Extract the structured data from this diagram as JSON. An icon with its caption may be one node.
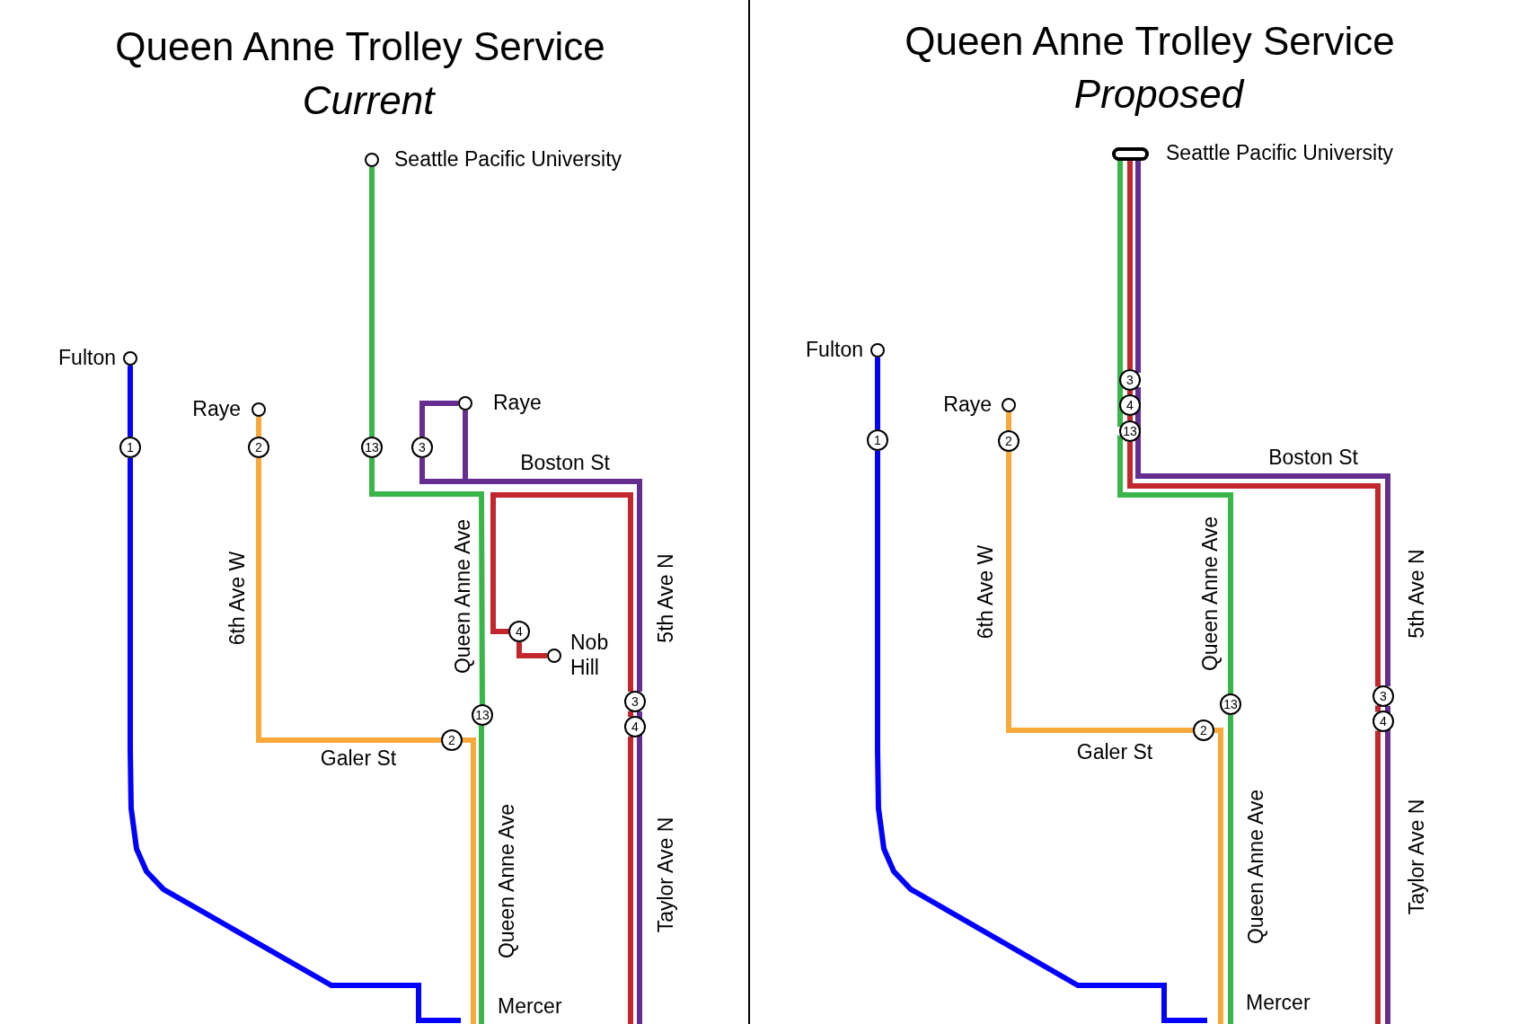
{
  "diagram": {
    "nodes": [
      {
        "text": [],
        "shape": "circle",
        "beside": [
          "Seattle Pacific University"
        ]
      },
      {
        "text": [],
        "shape": "circle",
        "beside": [
          "Fulton"
        ]
      },
      {
        "text": [],
        "shape": "circle",
        "beside": [
          "Raye"
        ]
      },
      {
        "text": [],
        "shape": "circle",
        "beside": [
          "Raye"
        ]
      },
      {
        "text": [
          "1"
        ]
      },
      {
        "text": [
          "2"
        ]
      },
      {
        "text": [
          "13"
        ]
      },
      {
        "text": [
          "3"
        ]
      },
      {
        "text": [
          "4"
        ]
      },
      {
        "text": [],
        "shape": "circle",
        "beside": [
          "Nob Hill"
        ]
      },
      {
        "text": [
          "3"
        ]
      },
      {
        "text": [
          "13"
        ]
      },
      {
        "text": [
          "4"
        ]
      },
      {
        "text": [
          "2"
        ]
      },
      {
        "text": [],
        "shape": "bar",
        "beside": [
          "Seattle Pacific University"
        ]
      },
      {
        "text": [],
        "shape": "circle",
        "beside": [
          "Fulton"
        ]
      },
      {
        "text": [
          "3"
        ]
      },
      {
        "text": [],
        "shape": "circle",
        "beside": [
          "Raye"
        ]
      },
      {
        "text": [
          "4"
        ]
      },
      {
        "text": [
          "1"
        ]
      },
      {
        "text": [
          "13"
        ]
      },
      {
        "text": [
          "2"
        ]
      },
      {
        "text": [
          "3"
        ]
      },
      {
        "text": [
          "13"
        ]
      },
      {
        "text": [
          "4"
        ]
      },
      {
        "text": [
          "2"
        ]
      }
    ],
    "edges": [
      {
        "from": 1,
        "to": 4,
        "arrow": "none",
        "color": "#0000ff"
      },
      {
        "from": 4,
        "to": null,
        "arrow": "none",
        "color": "#0000ff"
      },
      {
        "from": 3,
        "to": 5,
        "arrow": "none",
        "color": "#f9a93a"
      },
      {
        "from": 5,
        "to": 13,
        "arrow": "none",
        "color": "#f9a93a"
      },
      {
        "from": 13,
        "to": null,
        "arrow": "none",
        "color": "#f9a93a"
      },
      {
        "from": 0,
        "to": 6,
        "arrow": "none",
        "color": "#3ab54a"
      },
      {
        "from": 6,
        "to": 11,
        "arrow": "none",
        "color": "#3ab54a"
      },
      {
        "from": 11,
        "to": null,
        "arrow": "none",
        "color": "#3ab54a"
      },
      {
        "from": 2,
        "to": 7,
        "arrow": "none",
        "color": "#662d91"
      },
      {
        "from": 7,
        "to": 10,
        "arrow": "none",
        "color": "#662d91"
      },
      {
        "from": 2,
        "to": 10,
        "arrow": "none",
        "color": "#662d91"
      },
      {
        "from": 10,
        "to": null,
        "arrow": "none",
        "color": "#662d91"
      },
      {
        "from": 9,
        "to": 8,
        "arrow": "none",
        "color": "#c1272d"
      },
      {
        "from": 8,
        "to": 10,
        "arrow": "none",
        "color": "#c1272d"
      },
      {
        "from": 12,
        "to": null,
        "arrow": "none",
        "color": "#c1272d"
      },
      {
        "from": 15,
        "to": 19,
        "arrow": "none",
        "color": "#0000ff"
      },
      {
        "from": 19,
        "to": null,
        "arrow": "none",
        "color": "#0000ff"
      },
      {
        "from": 17,
        "to": 21,
        "arrow": "none",
        "color": "#f9a93a"
      },
      {
        "from": 21,
        "to": 25,
        "arrow": "none",
        "color": "#f9a93a"
      },
      {
        "from": 25,
        "to": null,
        "arrow": "none",
        "color": "#f9a93a"
      },
      {
        "from": 14,
        "to": 16,
        "arrow": "none",
        "color": "#662d91"
      },
      {
        "from": 14,
        "to": 16,
        "arrow": "none",
        "color": "#c1272d"
      },
      {
        "from": 14,
        "to": 20,
        "arrow": "none",
        "color": "#3ab54a"
      },
      {
        "from": 16,
        "to": 22,
        "arrow": "none",
        "color": "#662d91"
      },
      {
        "from": 22,
        "to": null,
        "arrow": "none",
        "color": "#662d91"
      },
      {
        "from": 18,
        "to": 20,
        "arrow": "none",
        "color": "#c1272d"
      },
      {
        "from": 24,
        "to": null,
        "arrow": "none",
        "color": "#c1272d"
      },
      {
        "from": 20,
        "to": 23,
        "arrow": "none",
        "color": "#3ab54a"
      },
      {
        "from": 23,
        "to": null,
        "arrow": "none",
        "color": "#3ab54a"
      },
      {
        "from": 10,
        "to": 12,
        "arrow": "none",
        "color": "#c1272d"
      },
      {
        "from": 16,
        "to": 18,
        "arrow": "none",
        "color": "#c1272d"
      },
      {
        "from": 20,
        "to": 22,
        "arrow": "none",
        "color": "#c1272d"
      },
      {
        "from": 22,
        "to": 24,
        "arrow": "none",
        "color": "#c1272d"
      }
    ],
    "labels": [
      "Queen Anne Trolley Service",
      "Current",
      "Boston St",
      "Queen Anne Ave",
      "6th Ave W",
      "5th Ave N",
      "Galer St",
      "Queen Anne Ave",
      "Taylor Ave N",
      "Mercer",
      "Queen Anne Trolley Service",
      "Proposed",
      "Boston St",
      "6th Ave W",
      "Queen Anne Ave",
      "5th Ave N",
      "Galer St",
      "Queen Anne Ave",
      "Taylor Ave N",
      "Mercer"
    ]
  }
}
